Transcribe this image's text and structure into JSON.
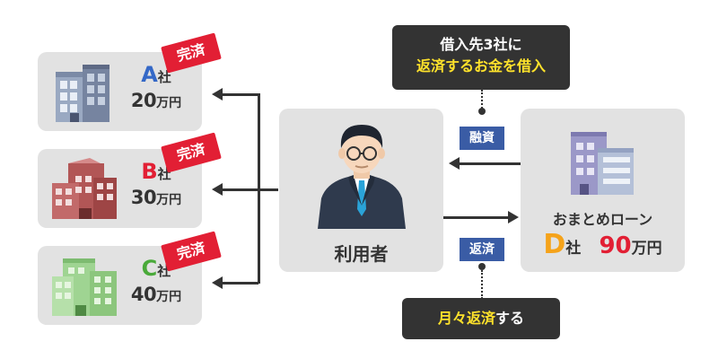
{
  "lenders": [
    {
      "letter": "A",
      "suffix": "社",
      "amount": "20",
      "unit": "万円",
      "badge": "完済",
      "letter_color": "#3468c7"
    },
    {
      "letter": "B",
      "suffix": "社",
      "amount": "30",
      "unit": "万円",
      "badge": "完済",
      "letter_color": "#e21f34"
    },
    {
      "letter": "C",
      "suffix": "社",
      "amount": "40",
      "unit": "万円",
      "badge": "完済",
      "letter_color": "#4aaa3a"
    }
  ],
  "user": {
    "label": "利用者"
  },
  "tags": {
    "financing": "融資",
    "repayment": "返済"
  },
  "top_note": {
    "line1": "借入先3社に",
    "line2": "返済するお金を借入"
  },
  "bottom_note": {
    "text_yellow": "月々返済",
    "text_white": "する"
  },
  "consolidator": {
    "name": "おまとめローン",
    "letter": "D",
    "suffix": "社",
    "amount": "90",
    "unit": "万円",
    "letter_color": "#f5a31a",
    "amount_color": "#e21f34"
  },
  "colors": {
    "card_bg": "#e2e2e2",
    "badge": "#e21f34",
    "tag": "#3a5ca5",
    "note_bg": "#333333",
    "highlight": "#ffe22b"
  }
}
